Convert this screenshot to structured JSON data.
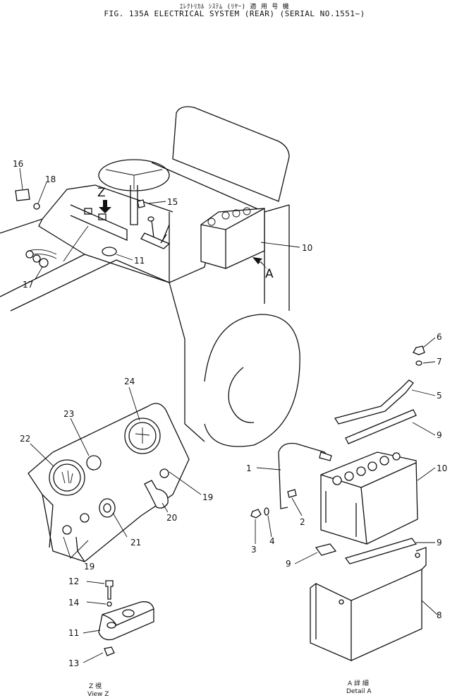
{
  "title": {
    "japanese": "ｴﾚｸﾄﾘｶﾙ ｼｽﾃﾑ (ﾘﾔｰ)          適 用 号 機",
    "english": "FIG. 135A ELECTRICAL SYSTEM (REAR) (SERIAL NO.1551~)"
  },
  "view_markers": {
    "z": "Z",
    "a": "A"
  },
  "captions": {
    "view_z_jp": "Z  視",
    "view_z_en": "View Z",
    "detail_a_jp": "A 詳 細",
    "detail_a_en": "Detail A"
  },
  "callouts": {
    "c16": "16",
    "c18": "18",
    "c15": "15",
    "c10_top": "10",
    "c11_top": "11",
    "c17": "17",
    "c6": "6",
    "c7": "7",
    "c5": "5",
    "c9_a": "9",
    "c1": "1",
    "c10_detail": "10",
    "c2": "2",
    "c3": "3",
    "c4": "4",
    "c9_b": "9",
    "c9_c": "9",
    "c8": "8",
    "c24": "24",
    "c23": "23",
    "c22": "22",
    "c19_a": "19",
    "c20": "20",
    "c21": "21",
    "c19_b": "19",
    "c12": "12",
    "c14": "14",
    "c11_view": "11",
    "c13": "13"
  }
}
